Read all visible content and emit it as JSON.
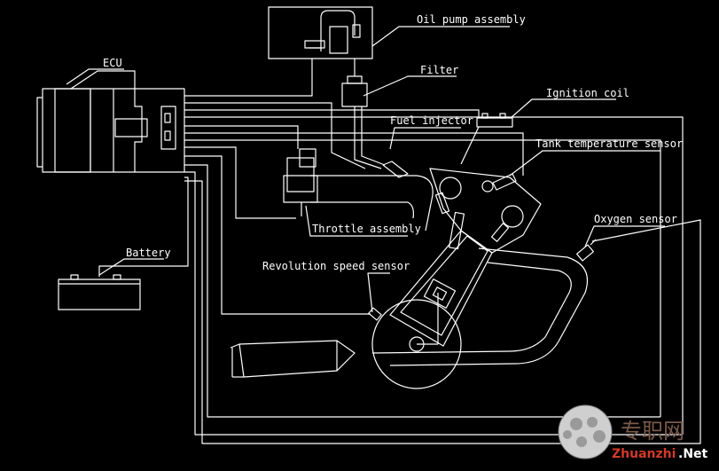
{
  "labels": {
    "ecu": "ECU",
    "oil_pump": "Oil pump assembly",
    "filter": "Filter",
    "ignition_coil": "Ignition coil",
    "fuel_injector": "Fuel injector",
    "tank_temp_sensor": "Tank temperature sensor",
    "oxygen_sensor": "Oxygen sensor",
    "throttle": "Throttle assembly",
    "battery": "Battery",
    "revolution_sensor": "Revolution speed sensor"
  },
  "watermark": {
    "chinese": "专职网",
    "latin_a": "Zhuanzhi",
    "latin_b": ".Net"
  },
  "colors": {
    "background": "#000000",
    "line": "#ffffff",
    "watermark_red": "#d23a2a"
  }
}
